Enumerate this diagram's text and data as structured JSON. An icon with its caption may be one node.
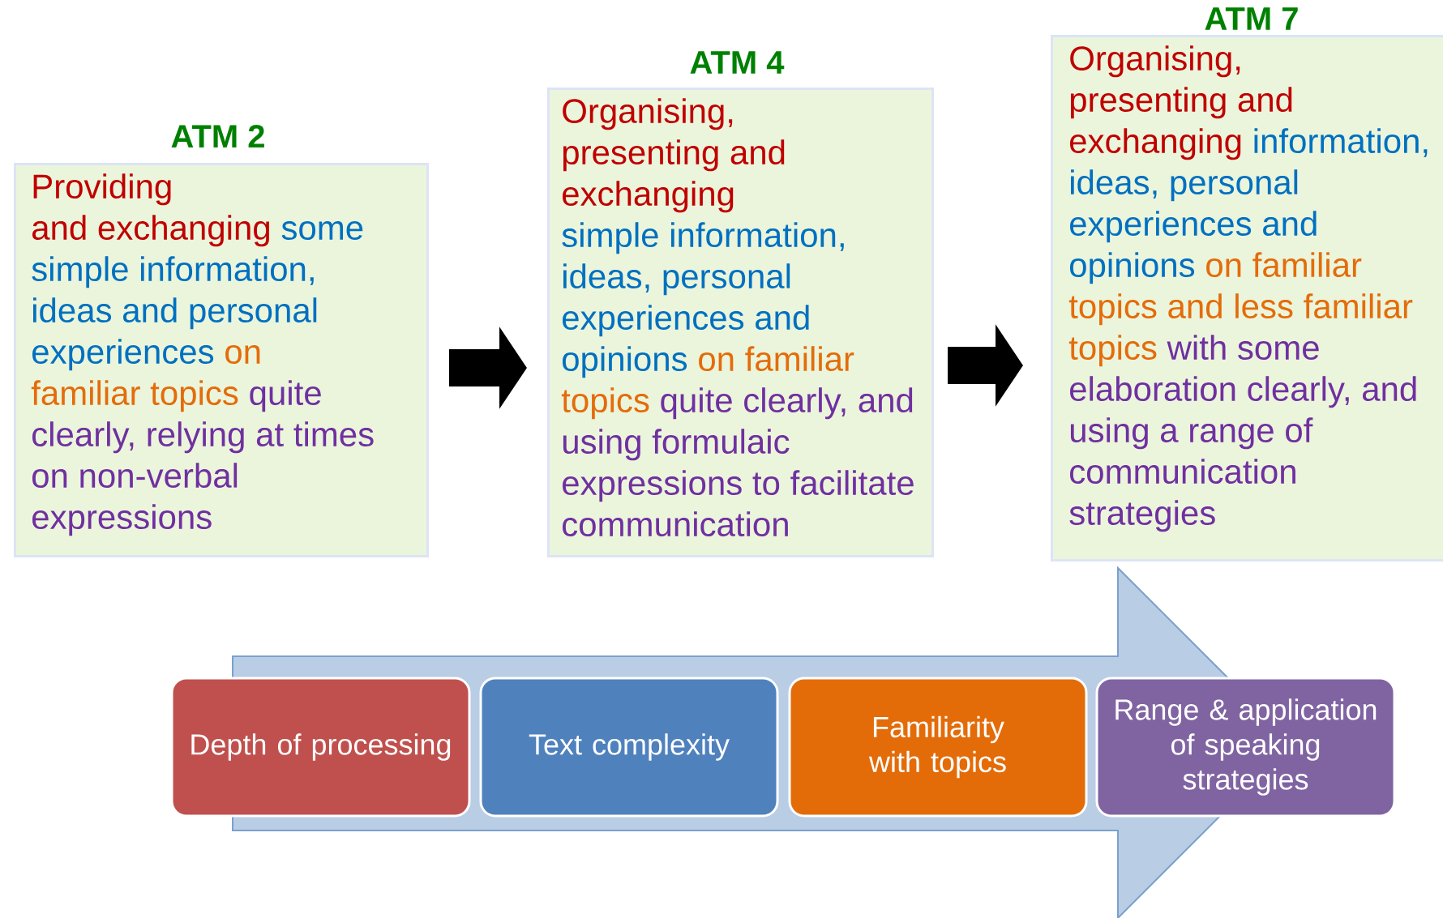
{
  "diagram": {
    "nodes": [
      {
        "text": [
          "ATM 2",
          "Providing and exchanging",
          "some simple information, ideas and personal experiences",
          "on familiar topics",
          "quite clearly, relying at times on non-verbal expressions"
        ]
      },
      {
        "text": [
          "ATM 4",
          "Organising, presenting and exchanging",
          "simple information, ideas, personal experiences and opinions",
          "on familiar topics",
          "quite clearly, and using formulaic expressions to facilitate communication"
        ]
      },
      {
        "text": [
          "ATM 7",
          "Organising, presenting and exchanging",
          "information, ideas, personal experiences and opinions",
          "on familiar topics and less familiar topics",
          "with some elaboration clearly, and using a range of communication strategies"
        ]
      },
      {
        "text": [
          "Depth of processing"
        ]
      },
      {
        "text": [
          "Text complexity"
        ]
      },
      {
        "text": [
          "Familiarity with topics"
        ]
      },
      {
        "text": [
          "Range & application of speaking strategies"
        ]
      }
    ],
    "edges": [
      {
        "from": 0,
        "to": 1,
        "arrow": "to"
      },
      {
        "from": 1,
        "to": 2,
        "arrow": "to"
      }
    ]
  }
}
